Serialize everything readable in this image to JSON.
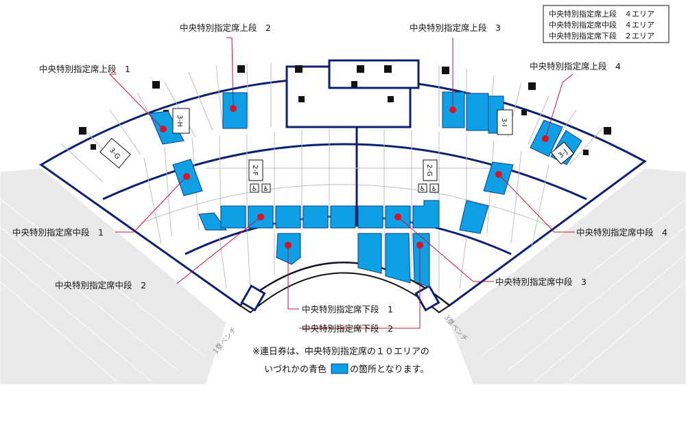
{
  "legend": {
    "rows": [
      "中央特別指定席上段　４エリア",
      "中央特別指定席中段　４エリア",
      "中央特別指定席下段　２エリア"
    ]
  },
  "areas": {
    "upper1": "中央特別指定席上段　1",
    "upper2": "中央特別指定席上段　2",
    "upper3": "中央特別指定席上段　3",
    "upper4": "中央特別指定席上段　4",
    "middle1": "中央特別指定席中段　1",
    "middle2": "中央特別指定席中段　2",
    "middle3": "中央特別指定席中段　3",
    "middle4": "中央特別指定席中段　4",
    "lower1": "中央特別指定席下段　1",
    "lower2": "中央特別指定席下段　2"
  },
  "gates": {
    "g3h": "3-H",
    "g3g": "3-G",
    "g2f": "2-F",
    "g2g": "2-G",
    "g3i": "3-I",
    "g3j": "3-J"
  },
  "benches": {
    "first": "1塁ベンチ",
    "third": "3塁ベンチ"
  },
  "note": {
    "line1": "※連日券は、中央特別指定席の１０エリアの",
    "line2_before": "いづれかの青色",
    "line2_after": "の箇所となります。"
  },
  "colors": {
    "highlight": "#0ea0e6",
    "border": "#0b1f73",
    "leader": "#e0101e"
  }
}
